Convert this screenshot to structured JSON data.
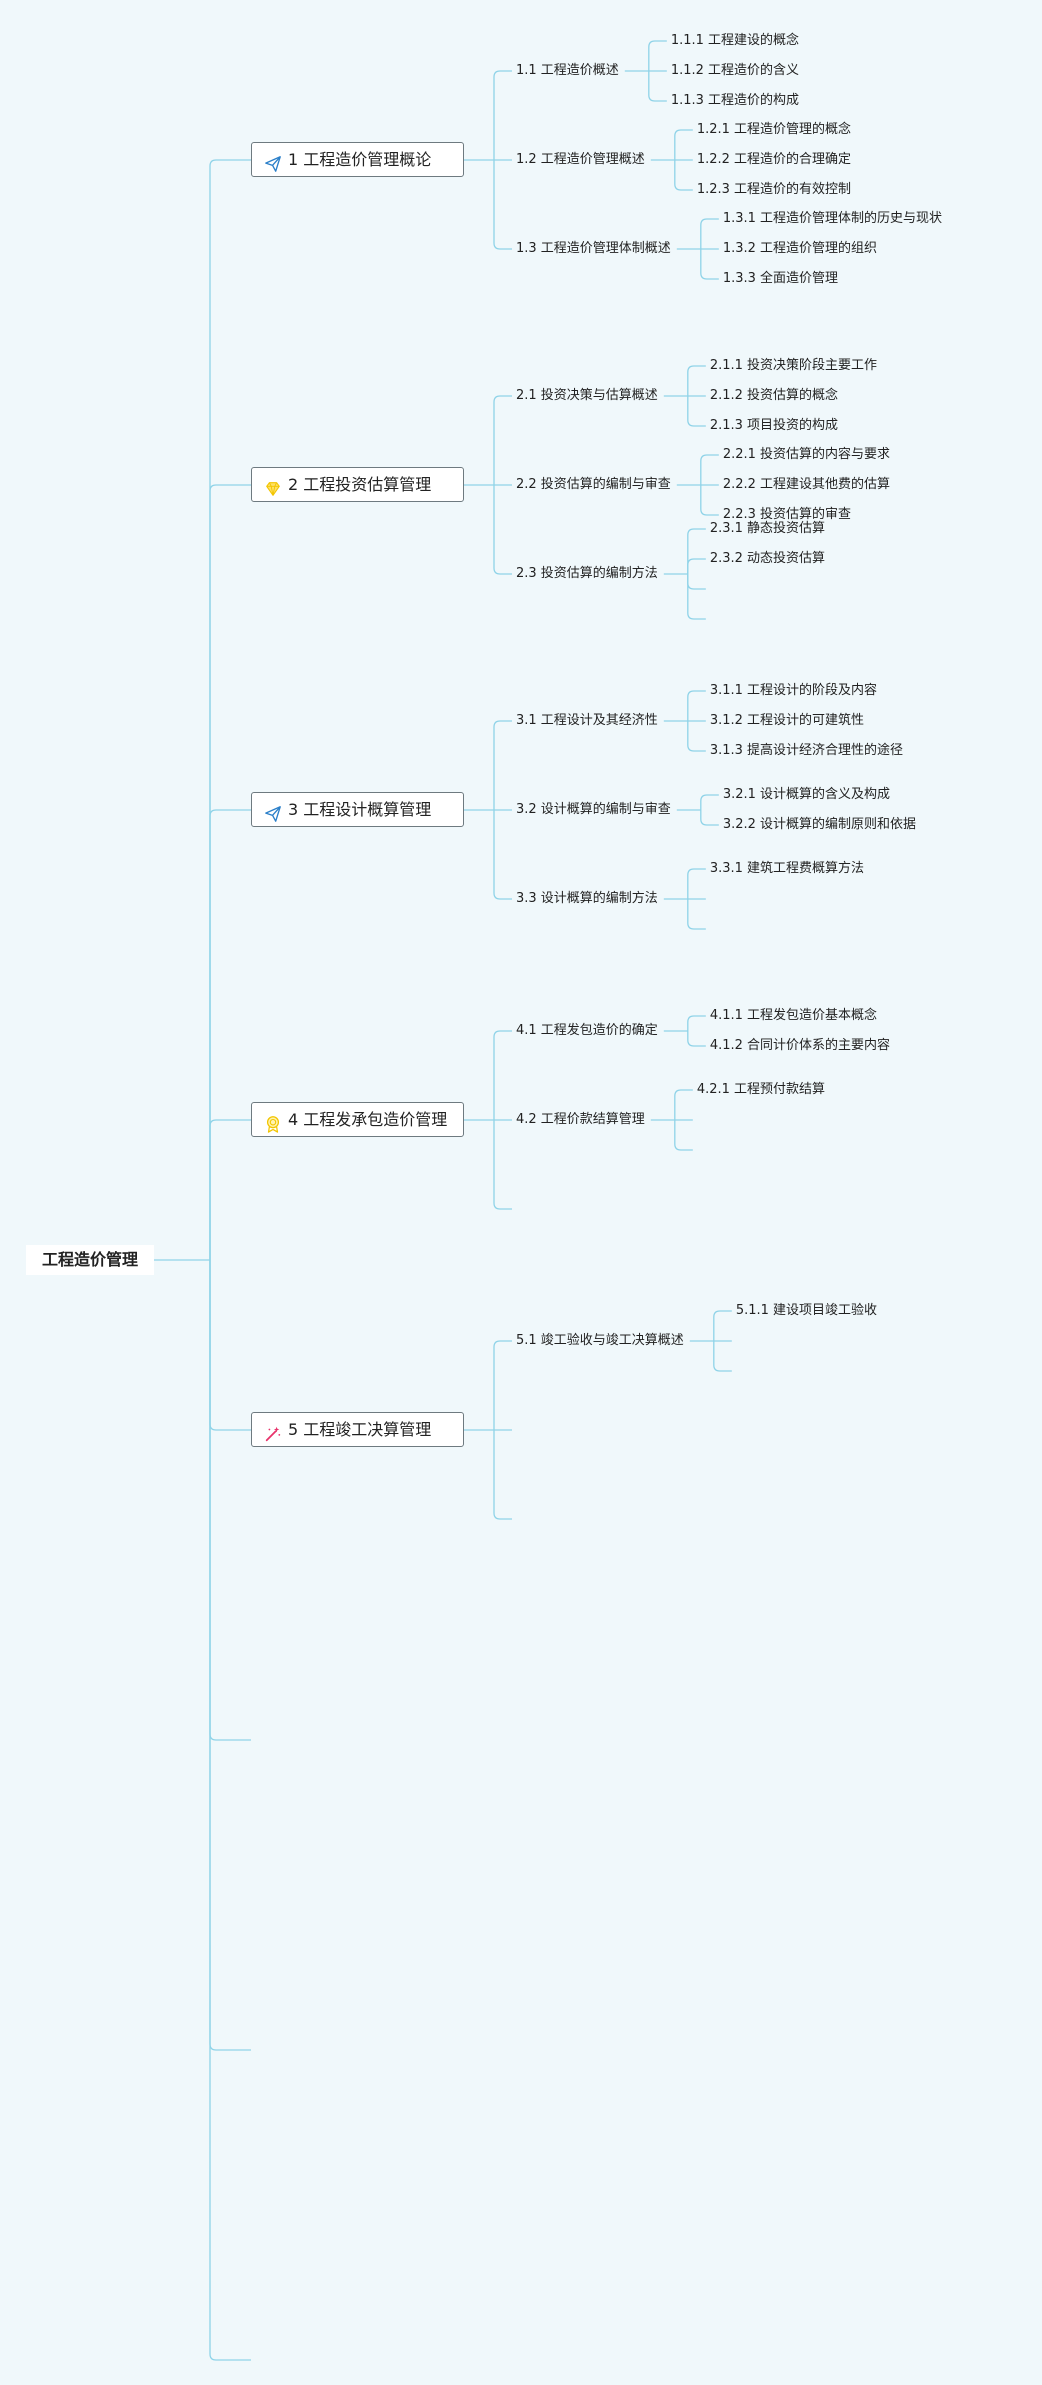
{
  "colors": {
    "background": "#f0f8fb",
    "line": "#8fd3e8",
    "icon_plane": "#2a7fc9",
    "icon_diamond": "#f2c500",
    "icon_medal": "#f2c500",
    "icon_wand": "#e8336b"
  },
  "root": {
    "label": "工程造价管理"
  },
  "chapters": [
    {
      "label": "1 工程造价管理概论",
      "icon": "paper-plane-icon",
      "sections": [
        {
          "label": "1.1 工程造价概述",
          "items": [
            "1.1.1 工程建设的概念",
            "1.1.2 工程造价的含义",
            "1.1.3 工程造价的构成"
          ]
        },
        {
          "label": "1.2 工程造价管理概述",
          "items": [
            "1.2.1 工程造价管理的概念",
            "1.2.2 工程造价的合理确定",
            "1.2.3 工程造价的有效控制"
          ]
        },
        {
          "label": "1.3 工程造价管理体制概述",
          "items": [
            "1.3.1 工程造价管理体制的历史与现状",
            "1.3.2 工程造价管理的组织",
            "1.3.3 全面造价管理"
          ]
        }
      ]
    },
    {
      "label": "2 工程投资估算管理",
      "icon": "diamond-icon",
      "sections": [
        {
          "label": "2.1 投资决策与估算概述",
          "items": [
            "2.1.1 投资决策阶段主要工作",
            "2.1.2 投资估算的概念",
            "2.1.3 项目投资的构成"
          ]
        },
        {
          "label": "2.2 投资估算的编制与审查",
          "items": [
            "2.2.1 投资估算的内容与要求",
            "2.2.2 工程建设其他费的估算",
            "2.2.3 投资估算的审查"
          ]
        },
        {
          "label": "2.3 投资估算的编制方法",
          "items": [
            "2.3.1 静态投资估算",
            "2.3.2 动态投资估算",
            "",
            ""
          ]
        }
      ]
    },
    {
      "label": "3 工程设计概算管理",
      "icon": "paper-plane-icon",
      "sections": [
        {
          "label": "3.1 工程设计及其经济性",
          "items": [
            "3.1.1 工程设计的阶段及内容",
            "3.1.2 工程设计的可建筑性",
            "3.1.3 提高设计经济合理性的途径"
          ]
        },
        {
          "label": "3.2 设计概算的编制与审查",
          "items": [
            "3.2.1 设计概算的含义及构成",
            "3.2.2 设计概算的编制原则和依据"
          ]
        },
        {
          "label": "3.3 设计概算的编制方法",
          "items": [
            "3.3.1 建筑工程费概算方法",
            "",
            ""
          ]
        }
      ]
    },
    {
      "label": "4 工程发承包造价管理",
      "icon": "medal-icon",
      "sections": [
        {
          "label": "4.1 工程发包造价的确定",
          "items": [
            "4.1.1 工程发包造价基本概念",
            "4.1.2 合同计价体系的主要内容"
          ]
        },
        {
          "label": "4.2 工程价款结算管理",
          "items": [
            "4.2.1 工程预付款结算",
            "",
            ""
          ]
        },
        {
          "label": "",
          "items": []
        }
      ]
    },
    {
      "label": "5 工程竣工决算管理",
      "icon": "magic-wand-icon",
      "sections": [
        {
          "label": "5.1 竣工验收与竣工决算概述",
          "items": [
            "5.1.1 建设项目竣工验收",
            "",
            ""
          ]
        },
        {
          "label": "",
          "items": []
        },
        {
          "label": "",
          "items": []
        }
      ]
    },
    {
      "label": "",
      "icon": "",
      "sections": []
    },
    {
      "label": "",
      "icon": "",
      "sections": []
    },
    {
      "label": "",
      "icon": "",
      "sections": []
    }
  ]
}
